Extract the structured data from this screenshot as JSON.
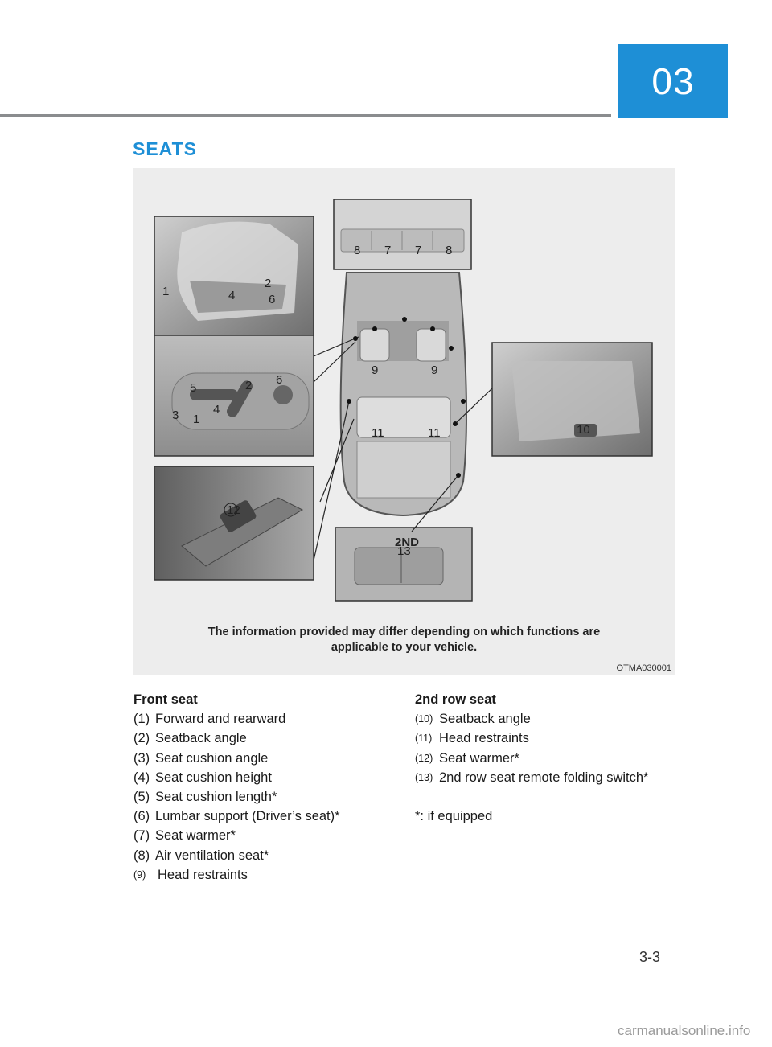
{
  "chapter": "03",
  "section_title": "SEATS",
  "figure": {
    "note_line1": "The information provided may differ depending on which functions are",
    "note_line2": "applicable to your vehicle.",
    "code": "OTMA030001",
    "callouts": [
      "1",
      "2",
      "4",
      "6",
      "5",
      "2",
      "6",
      "3",
      "1",
      "4",
      "8",
      "7",
      "7",
      "8",
      "9",
      "9",
      "11",
      "11",
      "10",
      "12",
      "13"
    ],
    "switch_label": "2ND"
  },
  "front_seat": {
    "heading": "Front seat",
    "items": [
      {
        "num": "(1)",
        "text": "Forward and rearward"
      },
      {
        "num": "(2)",
        "text": "Seatback angle"
      },
      {
        "num": "(3)",
        "text": "Seat cushion angle"
      },
      {
        "num": "(4)",
        "text": "Seat cushion height"
      },
      {
        "num": "(5)",
        "text": "Seat cushion length*"
      },
      {
        "num": "(6)",
        "text": "Lumbar support (Driver’s seat)*"
      },
      {
        "num": "(7)",
        "text": "Seat warmer*"
      },
      {
        "num": "(8)",
        "text": "Air ventilation seat*"
      },
      {
        "num": "(9)",
        "text": "Head restraints"
      }
    ]
  },
  "second_row_seat": {
    "heading": "2nd row seat",
    "items": [
      {
        "num": "(10)",
        "text": "Seatback angle"
      },
      {
        "num": "(11)",
        "text": "Head restraints"
      },
      {
        "num": "(12)",
        "text": "Seat warmer*"
      },
      {
        "num": "(13)",
        "text": "2nd row seat remote folding switch*"
      }
    ]
  },
  "footnote": "*: if equipped",
  "page_number": "3-3",
  "watermark": "carmanualsonline.info"
}
